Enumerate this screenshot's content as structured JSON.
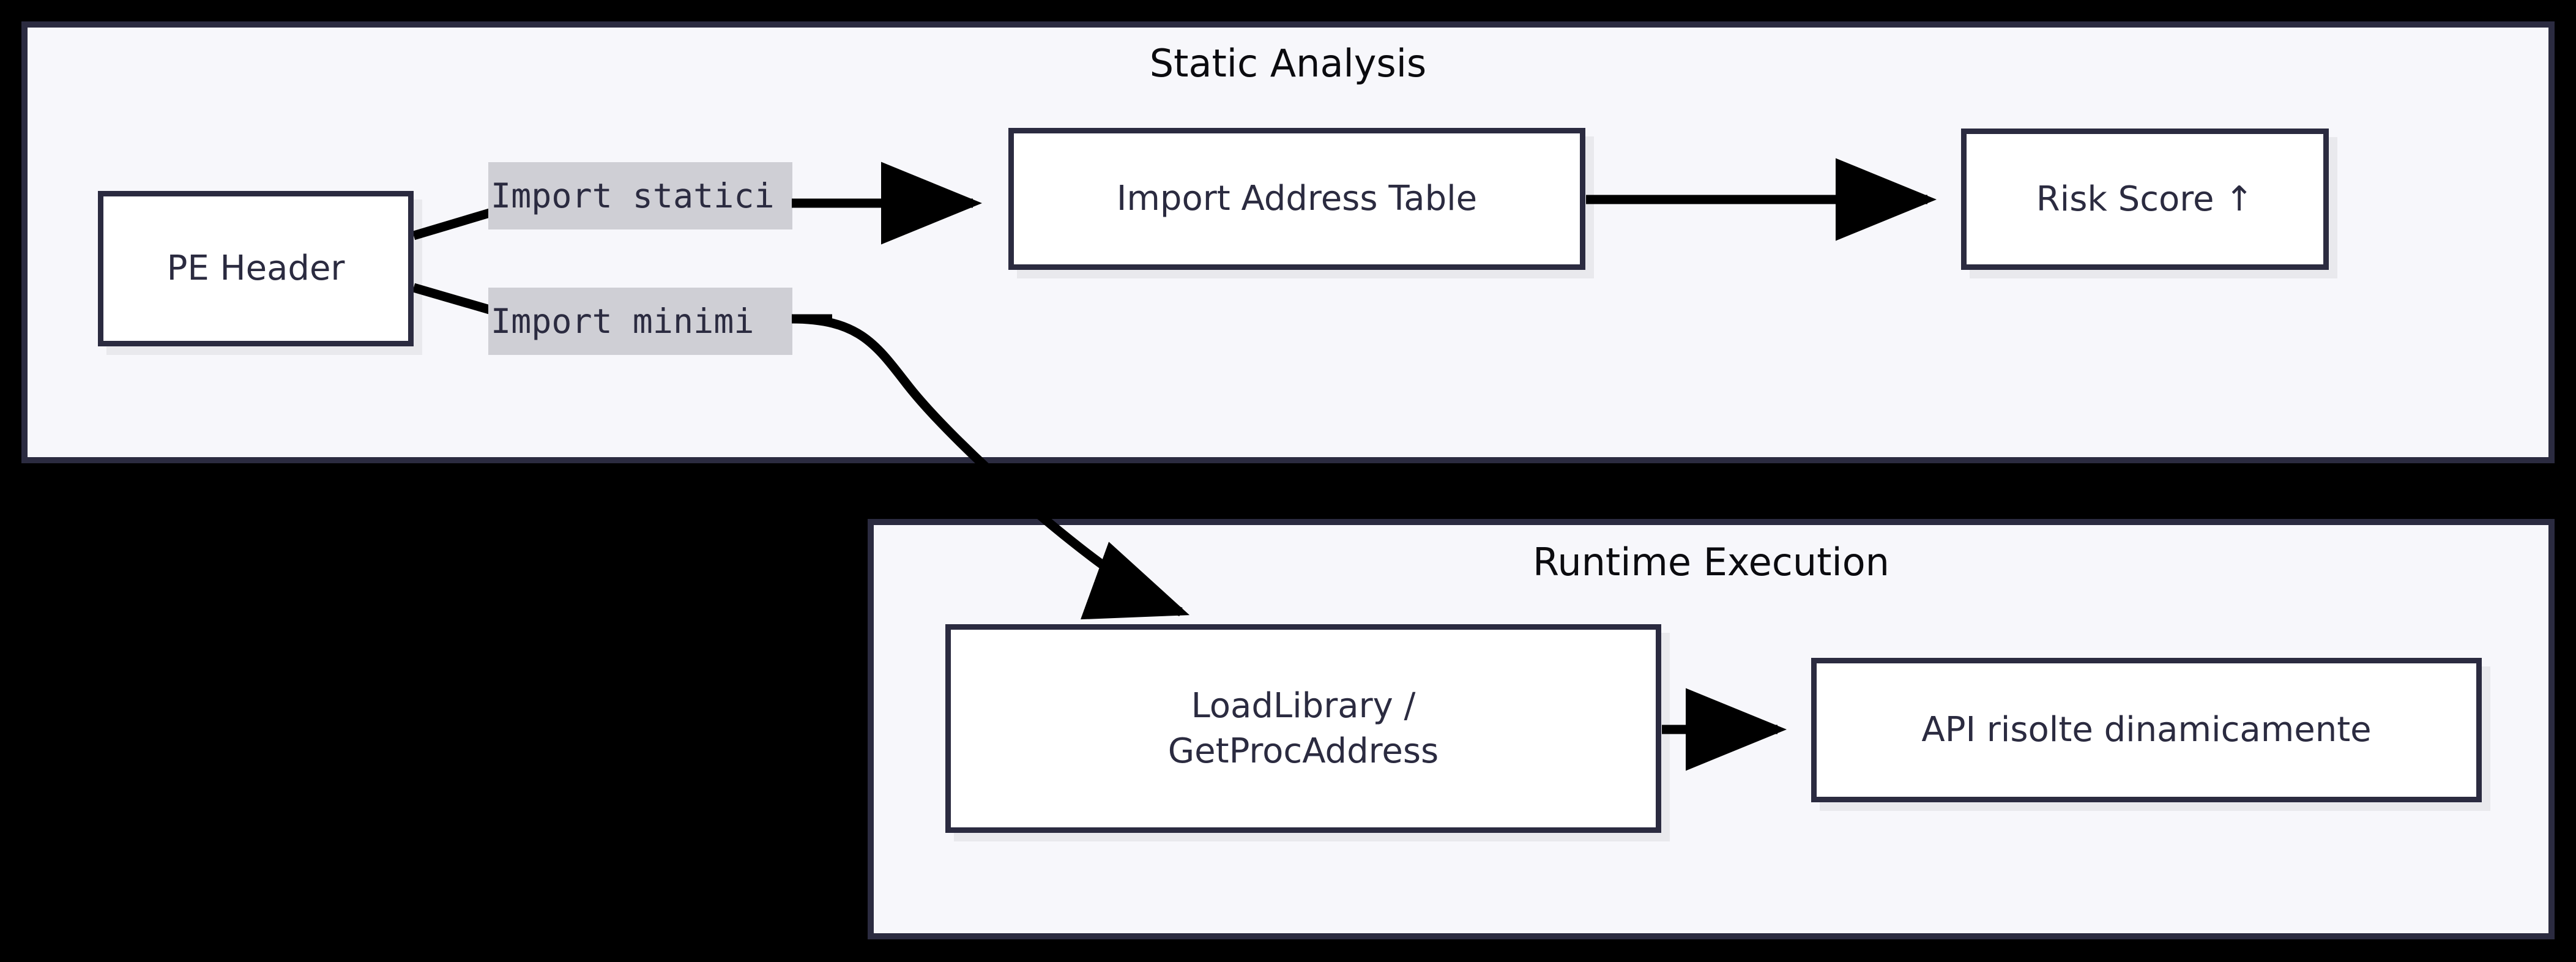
{
  "diagram": {
    "background_color": "#000000",
    "node_fill": "#ffffff",
    "node_border_color": "#2b2b40",
    "cluster_fill": "#f7f7fb",
    "cluster_border_color": "#2b2b40",
    "edge_color": "#000000",
    "edge_label_background": "#cfcfd5",
    "clusters": [
      {
        "id": "static",
        "title": "Static Analysis"
      },
      {
        "id": "runtime",
        "title": "Runtime Execution"
      }
    ],
    "nodes": [
      {
        "id": "pe_header",
        "label": "PE Header"
      },
      {
        "id": "iat",
        "label": "Import Address Table"
      },
      {
        "id": "risk",
        "label": "Risk Score ↑"
      },
      {
        "id": "loadlibrary",
        "label_line1": "LoadLibrary /",
        "label_line2": "GetProcAddress"
      },
      {
        "id": "api_dynamic",
        "label": "API risolte dinamicamente"
      }
    ],
    "edges": [
      {
        "from": "pe_header",
        "to": "iat",
        "label": "Import statici"
      },
      {
        "from": "pe_header",
        "to": "loadlibrary",
        "label": "Import minimi"
      },
      {
        "from": "iat",
        "to": "risk",
        "label": ""
      },
      {
        "from": "loadlibrary",
        "to": "api_dynamic",
        "label": ""
      }
    ]
  }
}
